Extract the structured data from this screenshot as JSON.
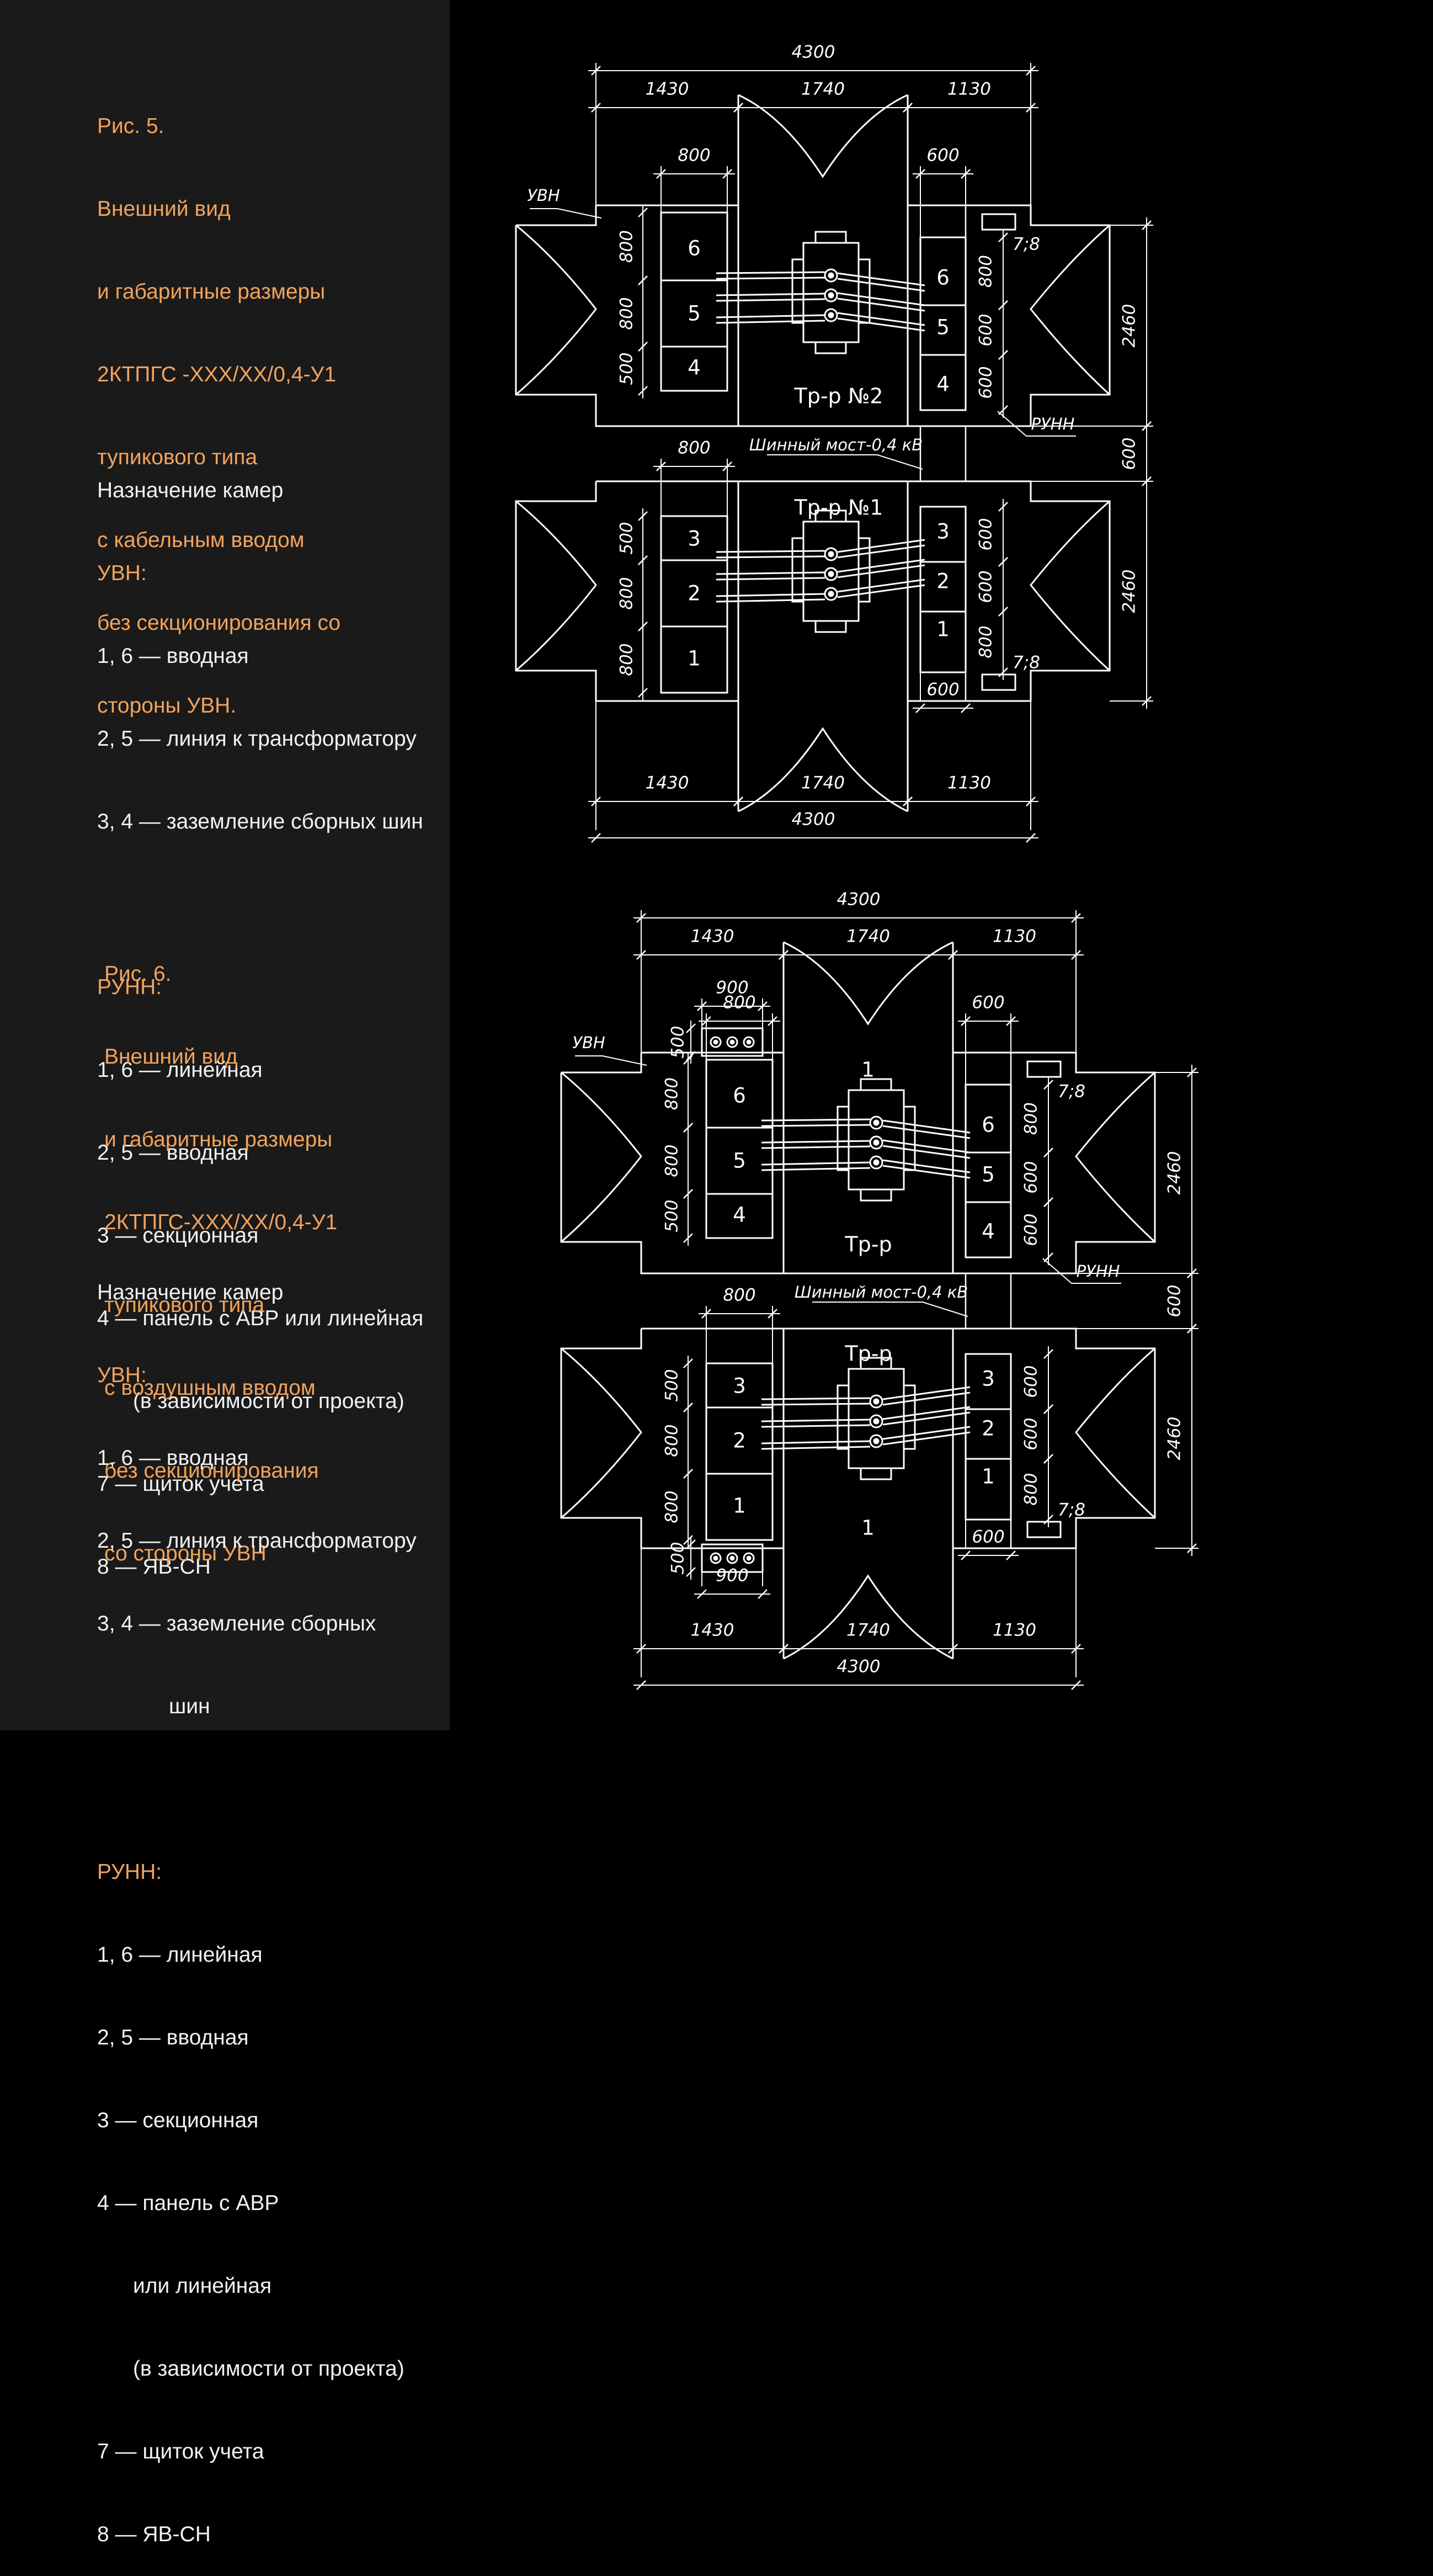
{
  "colors": {
    "background": "#000000",
    "panel": "#1a1a1a",
    "accent": "#f2a35c",
    "text": "#f2f2f2",
    "lines": "#ffffff"
  },
  "fig5": {
    "caption": [
      "Рис. 5.",
      "Внешний вид",
      "и габаритные размеры",
      "2КТПГС -ХХХ/ХХ/0,4-У1",
      "тупикового типа",
      "с кабельным вводом",
      "без секционирования со",
      "стороны УВН."
    ],
    "legend_title": "Назначение камер",
    "uvn_title": "УВН:",
    "uvn_items": [
      "1, 6 — вводная",
      "2, 5 — линия к трансформатору",
      "3, 4 — заземление сборных шин"
    ],
    "runn_title": "РУНН:",
    "runn_items": [
      "1, 6 — линейная",
      "2, 5 — вводная",
      "3 — секционная",
      "4 — панель с АВР или линейная",
      "      (в зависимости от проекта)",
      "7 — щиток учета",
      "8 — ЯВ-СН"
    ]
  },
  "fig6": {
    "caption": [
      "Рис. 6.",
      "Внешний вид",
      "и габаритные размеры",
      "2КТПГС-ХХХ/ХХ/0,4-У1",
      "тупикового типа",
      "с воздушным вводом",
      "без секционирования",
      "со стороны УВН"
    ],
    "legend_title": "Назначение камер",
    "uvn_title": "УВН:",
    "uvn_items": [
      "1, 6 — вводная",
      "2, 5 — линия к трансформатору",
      "3, 4 — заземление сборных",
      "            шин"
    ],
    "runn_title": "РУНН:",
    "runn_items": [
      "1, 6 — линейная",
      "2, 5 — вводная",
      "3 — секционная",
      "4 — панель с АВР",
      "      или линейная",
      "      (в зависимости от проекта)",
      "7 — щиток учета",
      "8 — ЯВ-СН"
    ]
  },
  "drawing5": {
    "total_width": "4300",
    "left_width": "1430",
    "mid_width": "1740",
    "right_width": "1130",
    "uvn_cell_width": "800",
    "runn_cell_width": "600",
    "height": "2460",
    "gap": "600",
    "uvn_cell_h_large": "800",
    "uvn_cell_h_small": "500",
    "runn_cell_h_large": "800",
    "runn_cell_h_small": "600",
    "meter_label": "7;8",
    "uvn_label": "УВН",
    "runn_label": "РУНН",
    "busbar_label": "Шинный мост-0,4 кВ",
    "tr2_label": "Тр-р №2",
    "tr1_label": "Тр-р №1",
    "upper_uvn_cells": [
      "6",
      "5",
      "4"
    ],
    "upper_runn_cells": [
      "6",
      "5",
      "4"
    ],
    "lower_uvn_cells": [
      "3",
      "2",
      "1"
    ],
    "lower_runn_cells": [
      "3",
      "2",
      "1"
    ]
  },
  "drawing6": {
    "total_width": "4300",
    "left_width": "1430",
    "mid_width": "1740",
    "right_width": "1130",
    "air_width": "900",
    "air_h": "500",
    "uvn_cell_width": "800",
    "runn_cell_width": "600",
    "height": "2460",
    "gap": "600",
    "uvn_cell_h_large": "800",
    "uvn_cell_h_small": "500",
    "runn_cell_h_large": "800",
    "runn_cell_h_small": "600",
    "meter_label": "7;8",
    "uvn_label": "УВН",
    "runn_label": "РУНН",
    "busbar_label": "Шинный мост-0,4 кВ",
    "tr_label": "Тр-р",
    "door_label": "1",
    "upper_uvn_cells": [
      "6",
      "5",
      "4"
    ],
    "upper_runn_cells": [
      "6",
      "5",
      "4"
    ],
    "lower_uvn_cells": [
      "3",
      "2",
      "1"
    ],
    "lower_runn_cells": [
      "3",
      "2",
      "1"
    ]
  }
}
